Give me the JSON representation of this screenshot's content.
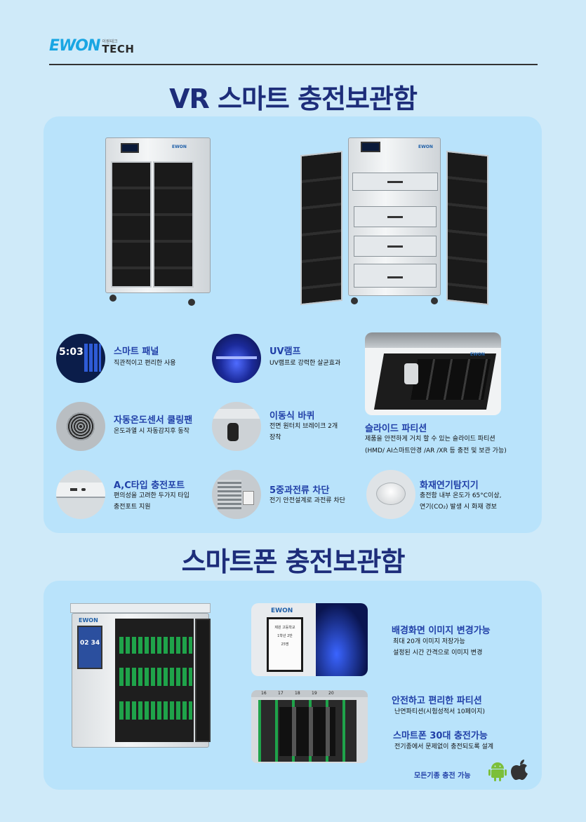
{
  "brand": {
    "logo_main": "EWON",
    "logo_small": "이원테크",
    "logo_tech": "TECH"
  },
  "vr_section": {
    "title": "VR 스마트 충전보관함",
    "features": [
      {
        "title": "스마트 패널",
        "desc": [
          "직관적이고 편리한 사용"
        ],
        "thumb_text": "5:03"
      },
      {
        "title": "UV램프",
        "desc": [
          "UV램프로 강력한 살균효과"
        ]
      },
      {
        "title": "자동온도센서 쿨링팬",
        "desc": [
          "온도과열 시  자동감지후 동작"
        ]
      },
      {
        "title": "이동식 바퀴",
        "desc": [
          "전면 원터치 브레이크 2개",
          "장착"
        ]
      },
      {
        "title": "슬라이드 파티션",
        "desc": [
          "제품을 안전하게 거치 할 수 있는 슬라이드 파티션",
          "(HMD/ AI스마트안경 /AR /XR 등 충전 및 보관 가능)"
        ]
      },
      {
        "title": "A,C타입 충전포트",
        "desc": [
          "편의성을 고려한 두가지 타입",
          "충전포트 지원"
        ]
      },
      {
        "title": "5중과전류 차단",
        "desc": [
          "전기 안전설계로 과전류 차단"
        ]
      },
      {
        "title": "화재연기탐지기",
        "desc": [
          "충전함 내부 온도가 65°C이상,",
          "연기(CO₂) 발생 시 화재 경보"
        ]
      }
    ]
  },
  "smartphone_section": {
    "title": "스마트폰 충전보관함",
    "screen_clock": "02 34",
    "features": [
      {
        "title": "배경화면 이미지 변경가능",
        "desc": [
          "최대 20개 이미지 저장가능",
          "설정된 시간 간격으로 이미지 변경"
        ]
      },
      {
        "title": "안전하고 편리한 파티션",
        "desc": [
          "난연파티션(시험성적서 10페이지)"
        ]
      },
      {
        "title": "스마트폰 30대 충전가능",
        "desc": [
          "전기종에서 문제없이 충전되도록 설계"
        ]
      }
    ],
    "all_devices": "모든기종 충전 가능",
    "screen_text": [
      "제원 고등학교",
      "1학년 2반",
      "25명"
    ],
    "slot_numbers": [
      "16",
      "17",
      "18",
      "19",
      "20"
    ]
  },
  "colors": {
    "title_navy": "#1d2d7a",
    "feature_blue": "#2140a8",
    "panel_bg": "#b9e3fb",
    "page_bg": "#cfeaf9"
  }
}
